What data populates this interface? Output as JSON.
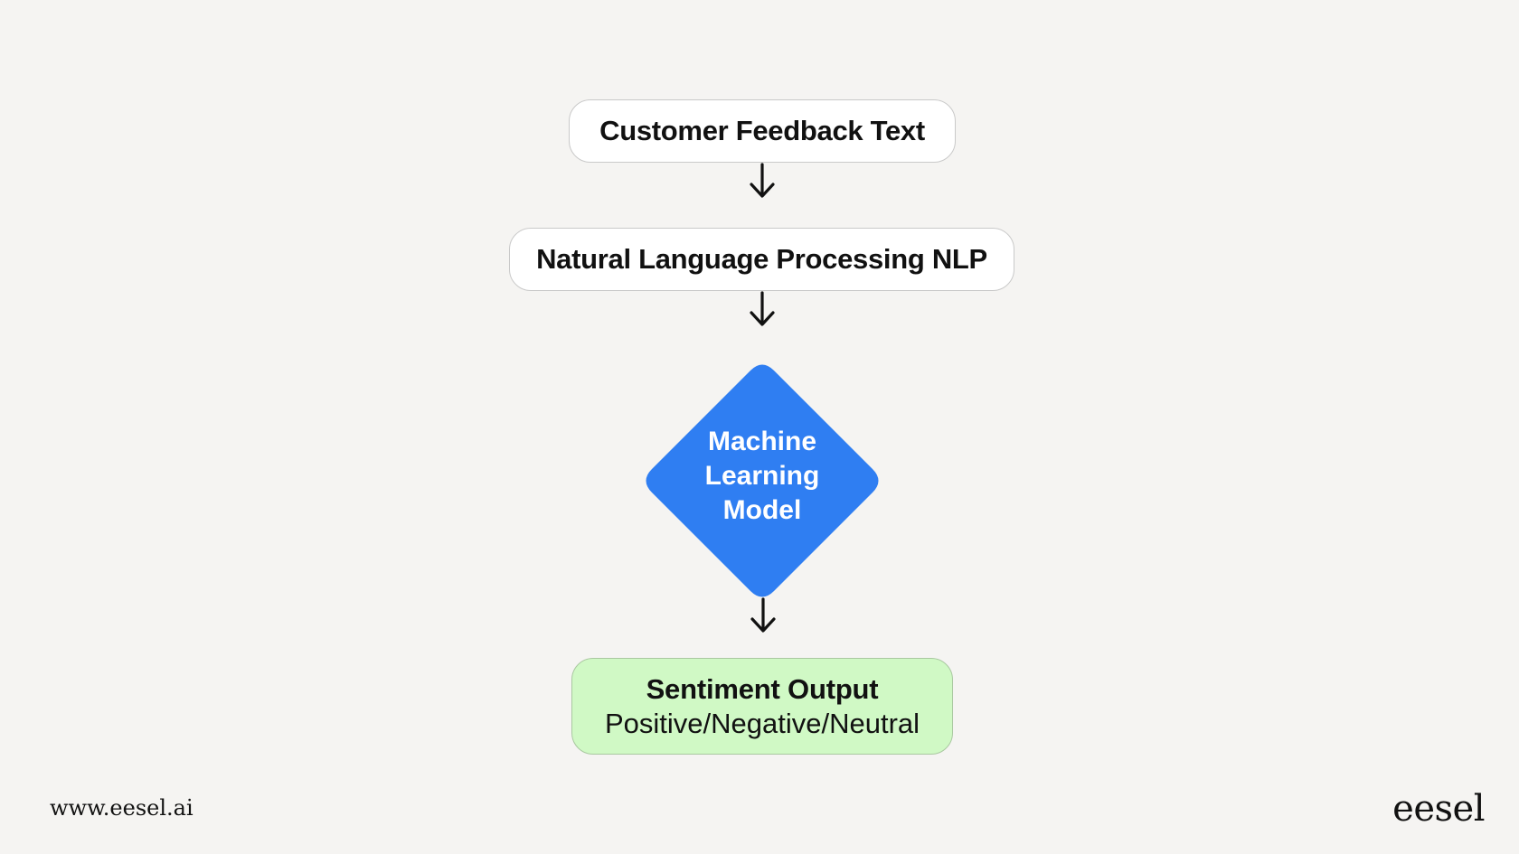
{
  "diagram": {
    "nodes": {
      "feedback": {
        "label": "Customer Feedback Text"
      },
      "nlp": {
        "label": "Natural Language Processing NLP"
      },
      "ml_model": {
        "label_lines": [
          "Machine",
          "Learning",
          "Model"
        ]
      },
      "output": {
        "title": "Sentiment Output",
        "subtitle": "Positive/Negative/Neutral"
      }
    },
    "edges": [
      {
        "from": "feedback",
        "to": "nlp"
      },
      {
        "from": "nlp",
        "to": "ml_model"
      },
      {
        "from": "ml_model",
        "to": "output"
      }
    ]
  },
  "footer": {
    "url": "www.eesel.ai",
    "logo_text": "eesel"
  },
  "colors": {
    "background": "#f5f4f2",
    "node_white": "#ffffff",
    "node_border": "#c9c9c9",
    "diamond": "#2f7ef2",
    "output_fill": "#d0f9c5",
    "output_border": "#a9c8a0",
    "arrow": "#111111"
  },
  "icons": {
    "arrow": "arrow-down-icon"
  }
}
